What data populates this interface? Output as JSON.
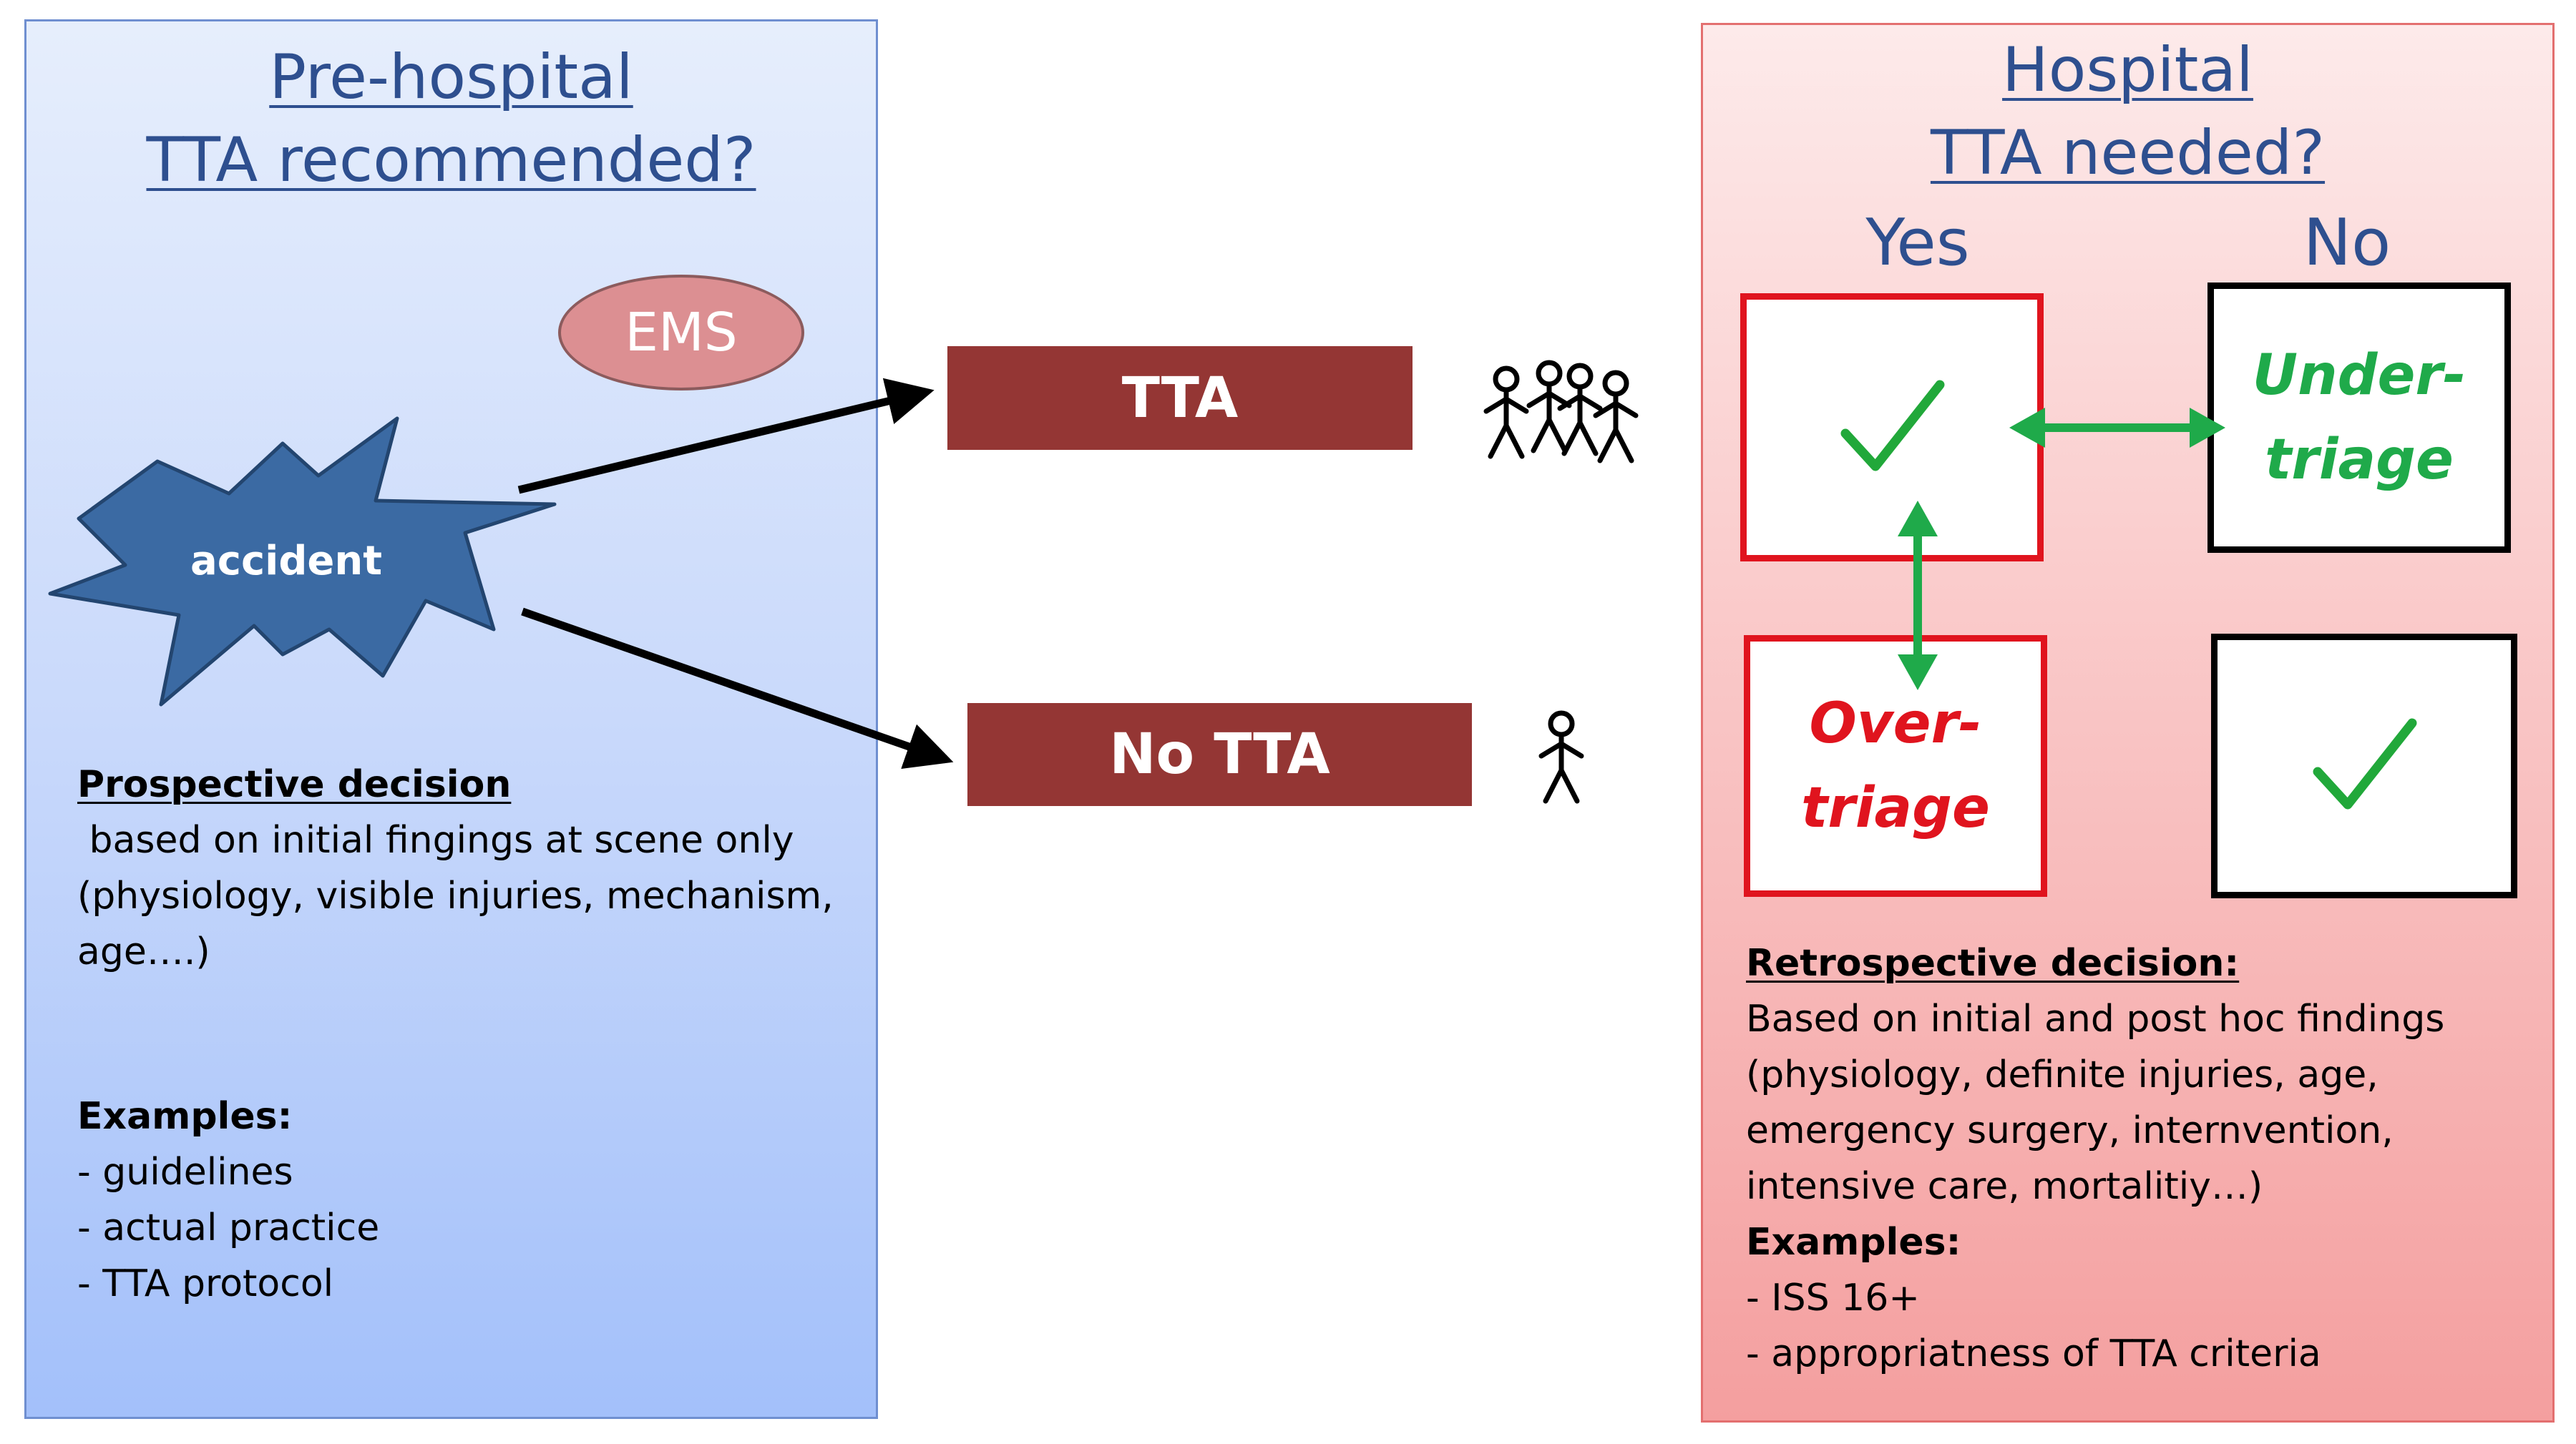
{
  "prehospital": {
    "title_line1": "Pre-hospital",
    "title_line2": "TTA recommended?",
    "ems_label": "EMS",
    "accident_label": "accident",
    "prospective_heading": "Prospective decision",
    "prospective_line1": " based on initial fingings at scene only",
    "prospective_line2": "(physiology, visible injuries, mechanism,",
    "prospective_line3": "age….)",
    "examples_heading": "Examples:",
    "examples": [
      "- guidelines",
      "- actual practice",
      "- TTA protocol"
    ]
  },
  "middle": {
    "tta_label": "TTA",
    "no_tta_label": "No TTA",
    "group_icon": "group-of-people-icon",
    "single_icon": "single-person-icon"
  },
  "hospital": {
    "title_line1": "Hospital",
    "title_line2": "TTA needed?",
    "col_yes": "Yes",
    "col_no": "No",
    "undertriage_line1": "Under-",
    "undertriage_line2": "triage",
    "overtriage_line1": "Over-",
    "overtriage_line2": "triage",
    "retro_heading": "Retrospective decision:",
    "retro_line1": "Based on initial and post hoc findings",
    "retro_line2": "(physiology, definite injuries, age,",
    "retro_line3": "emergency surgery, internvention,",
    "retro_line4": "intensive care, mortalitiy…)",
    "examples_heading": "Examples:",
    "examples": [
      "- ISS 16+",
      "- appropriatness of TTA criteria"
    ]
  },
  "colors": {
    "title_blue": "#2e4f8f",
    "tta_box": "#943634",
    "ems_fill": "#dc8f92",
    "accident_fill": "#3b6aa3",
    "check_green": "#21a83a",
    "arrow_green": "#1faa4a",
    "overtriage_red": "#e0141e",
    "undertriage_green": "#1faa4a"
  }
}
